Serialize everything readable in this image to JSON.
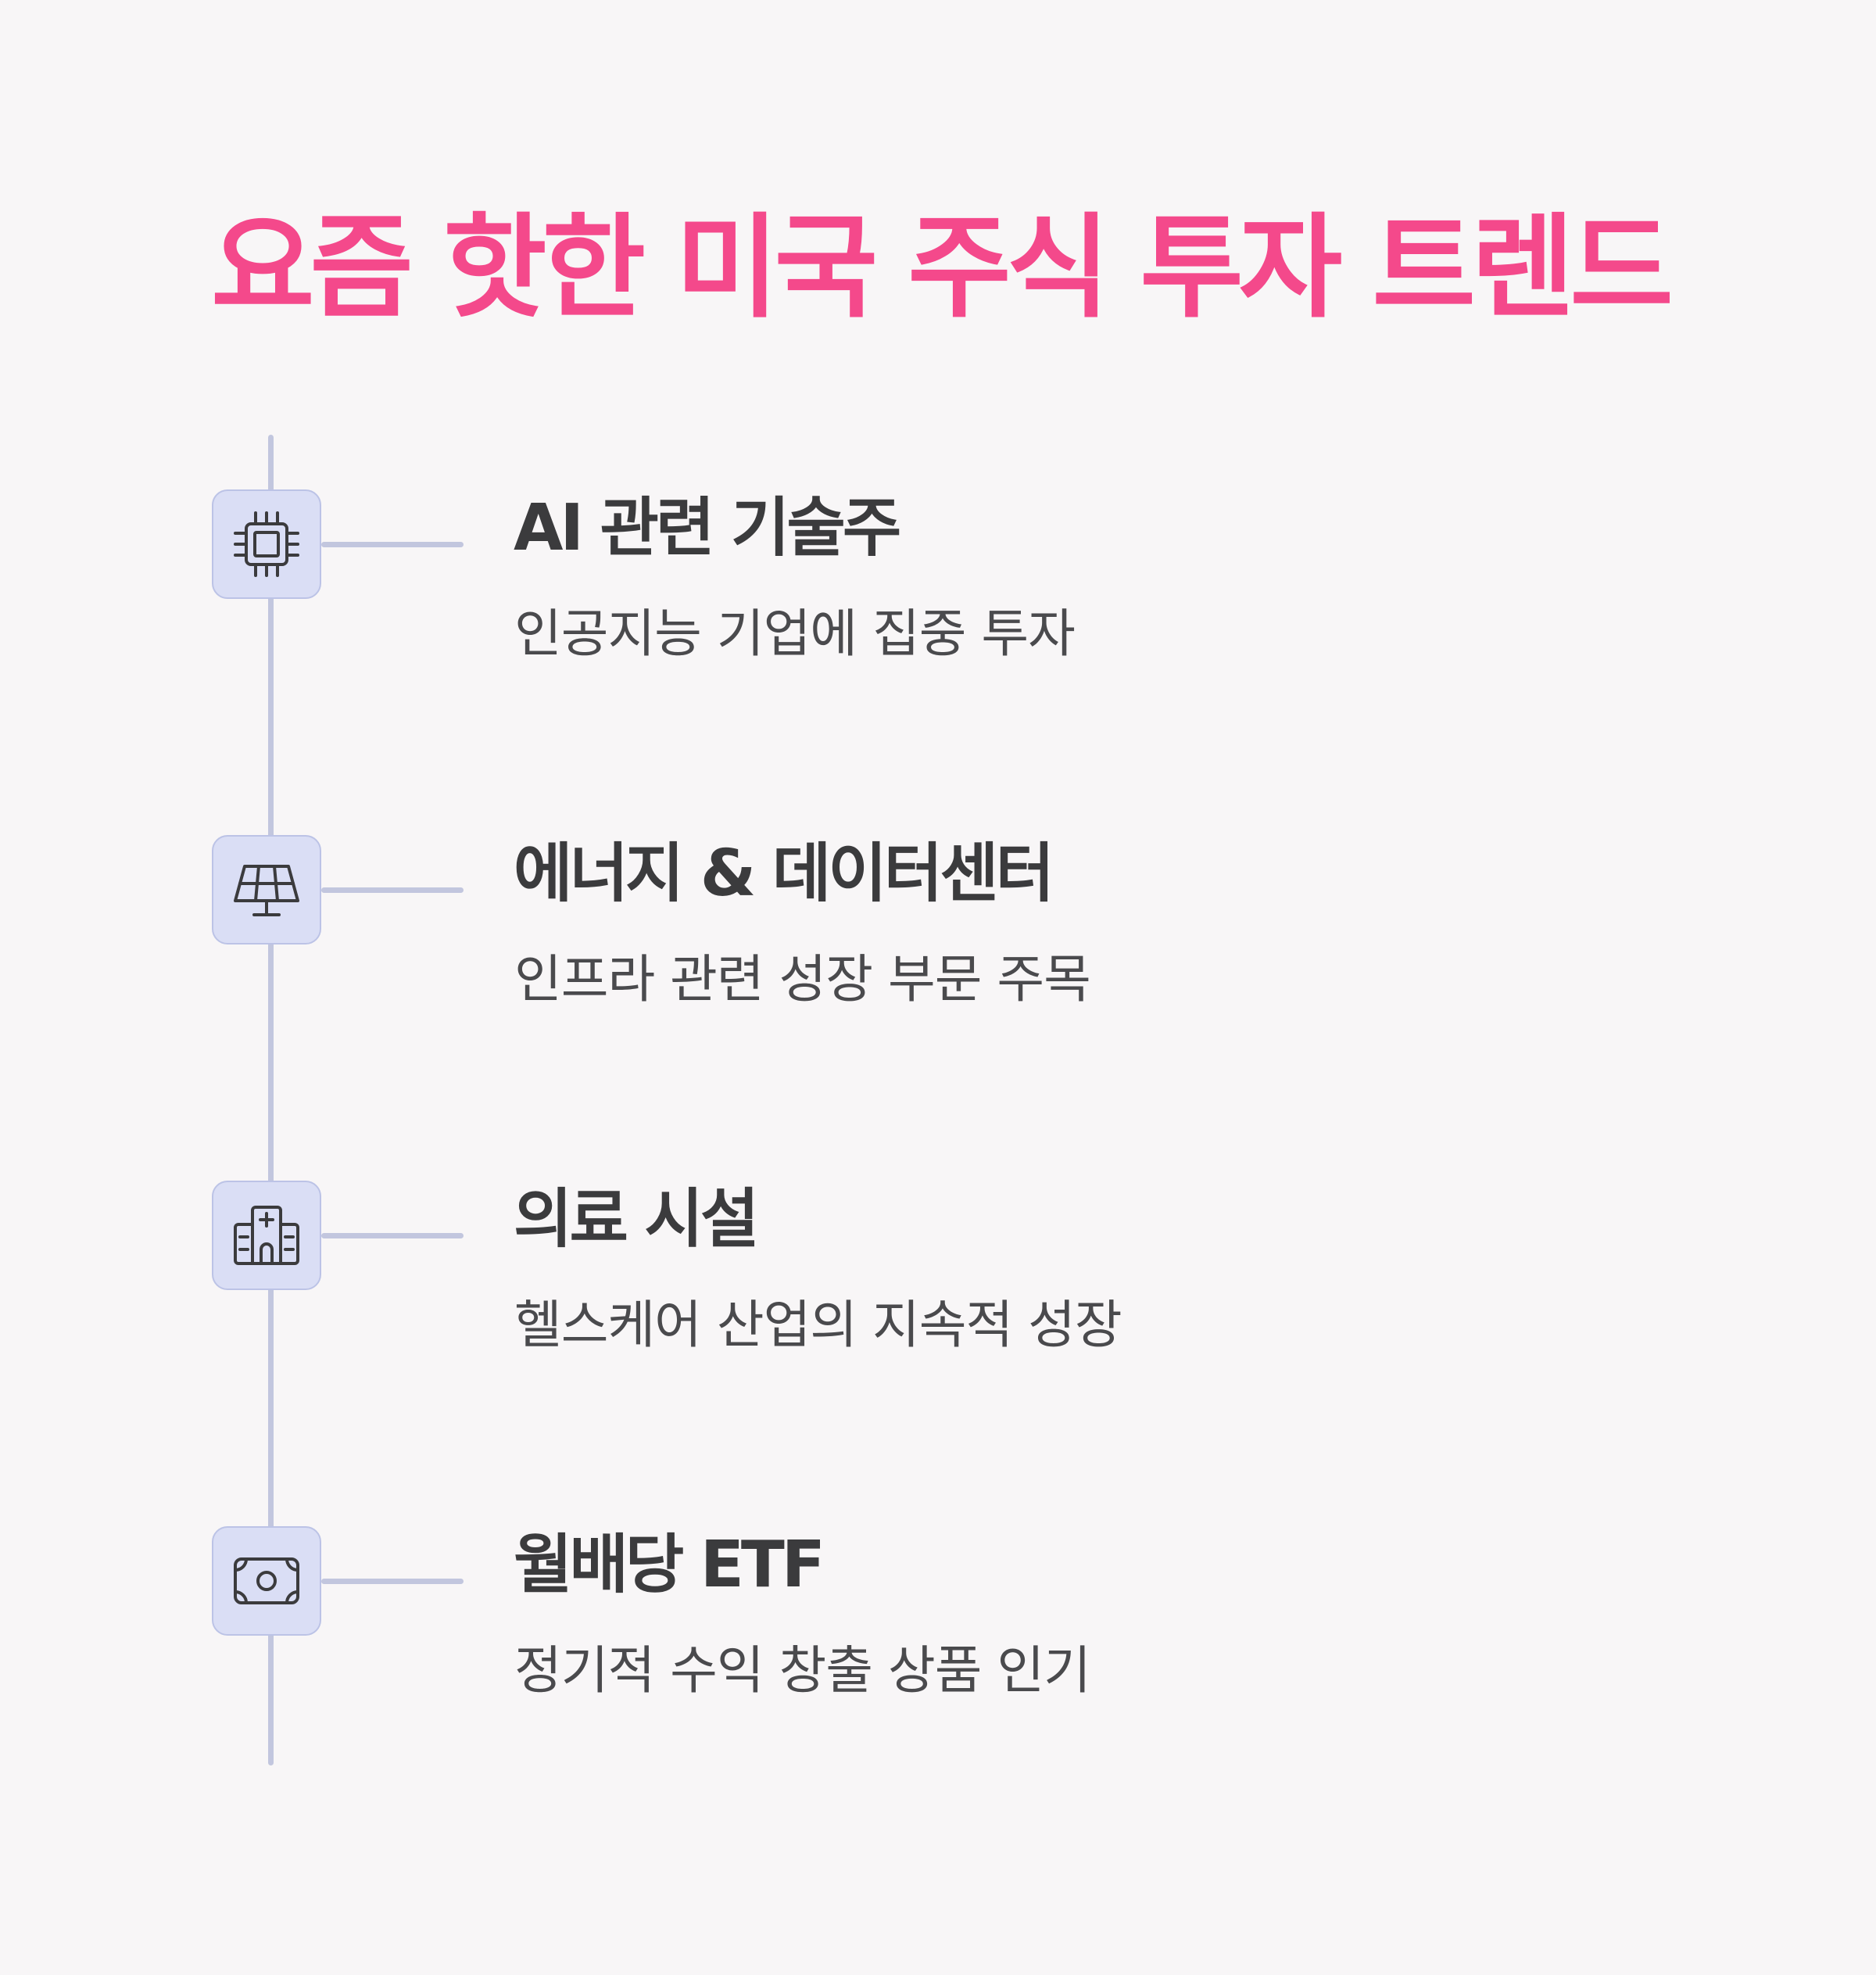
{
  "title": "요즘 핫한 미국 주식 투자 트렌드",
  "colors": {
    "title": "#f4498b",
    "background": "#f8f6f7",
    "icon_box": "#dadef5",
    "timeline": "#c2c6de",
    "text": "#3b3b3d"
  },
  "items": [
    {
      "icon": "cpu-chip-icon",
      "title": "AI 관련 기술주",
      "description": "인공지능 기업에 집중 투자"
    },
    {
      "icon": "solar-panel-icon",
      "title": "에너지 & 데이터센터",
      "description": "인프라 관련 성장 부문 주목"
    },
    {
      "icon": "hospital-icon",
      "title": "의료 시설",
      "description": "헬스케어 산업의 지속적 성장"
    },
    {
      "icon": "banknote-icon",
      "title": "월배당 ETF",
      "description": "정기적 수익 창출 상품 인기"
    }
  ]
}
